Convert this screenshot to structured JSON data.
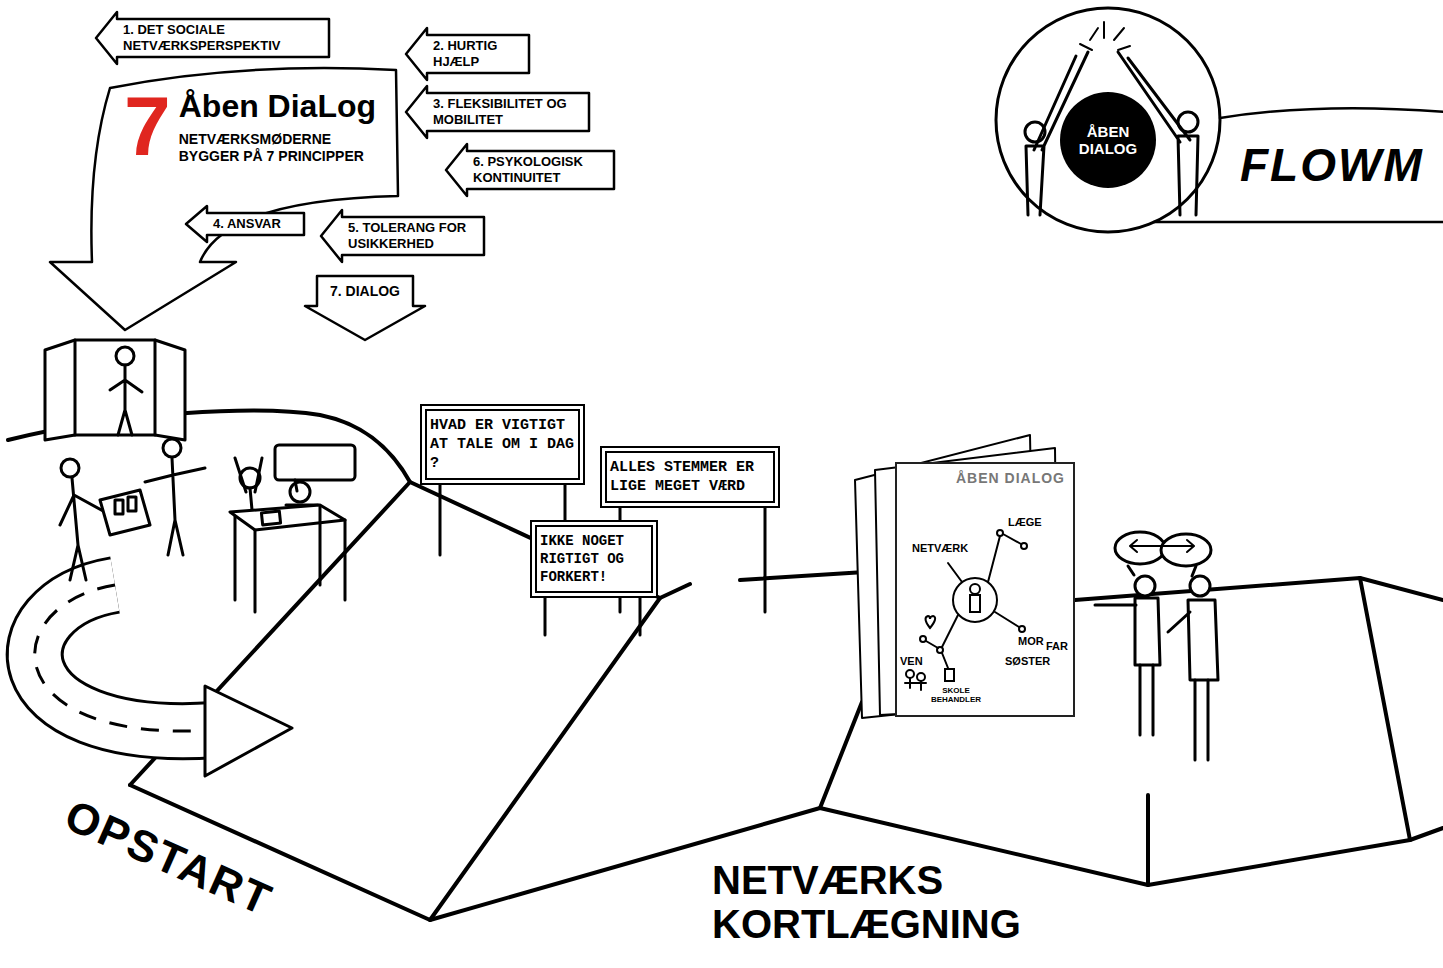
{
  "diagram": {
    "nodes": [
      {
        "text": [
          "7",
          "Åben DiaLog",
          "NETVÆRKSMØDERNE BYGGER PÅ 7 PRINCIPPER"
        ]
      },
      {
        "text": [
          "1. DET SOCIALE NETVÆRKSPERSPEKTIV"
        ]
      },
      {
        "text": [
          "2. HURTIG HJÆLP"
        ]
      },
      {
        "text": [
          "3. FLEKSIBILITET OG MOBILITET"
        ]
      },
      {
        "text": [
          "4. ANSVAR"
        ]
      },
      {
        "text": [
          "5. TOLERANG FOR USIKKERHED"
        ]
      },
      {
        "text": [
          "6. PSYKOLOGISK KONTINUITET"
        ]
      },
      {
        "text": [
          "7. DIALOG"
        ]
      },
      {
        "text": [
          "HVAD ER VIGTIGT AT TALE OM I DAG ?"
        ]
      },
      {
        "text": [
          "ALLES STEMMER ER LIGE MEGET VÆRD"
        ]
      },
      {
        "text": [
          "IKKE NOGET RIGTIGT OG FORKERT!"
        ]
      },
      {
        "text": [
          "ÅBEN DIALOG"
        ]
      },
      {
        "text": [
          "FLOWM"
        ]
      },
      {
        "text": [
          "ÅBEN DIALOG"
        ]
      }
    ],
    "labels": [
      "OPSTART",
      "NETVÆRKS KORTLÆGNING",
      "NETVÆRK",
      "LÆGE",
      "MOR",
      "FAR",
      "SØSTER",
      "VEN",
      "SKOLE BEHANDLER"
    ]
  }
}
